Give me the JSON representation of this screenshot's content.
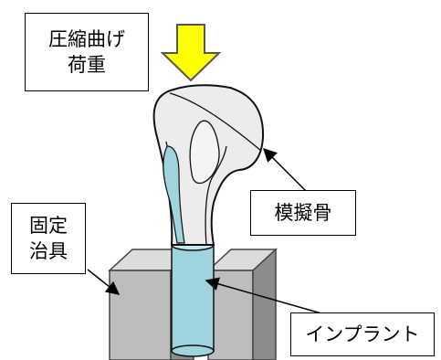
{
  "labels": {
    "load": [
      "圧縮曲げ",
      "荷重"
    ],
    "bone": "模擬骨",
    "jig": [
      "固定",
      "治具"
    ],
    "implant": "インプラント"
  },
  "colors": {
    "arrow_fill": "#ffff00",
    "arrow_stroke": "#555555",
    "bone_fill": "#ececec",
    "bone_stroke": "#111111",
    "implant_fill": "#9fd3dd",
    "jig_front": "#bdbdbd",
    "jig_top": "#dcdcdc",
    "jig_side": "#8c8c8c"
  },
  "icons": {
    "load_arrow": "down-arrow-icon"
  }
}
